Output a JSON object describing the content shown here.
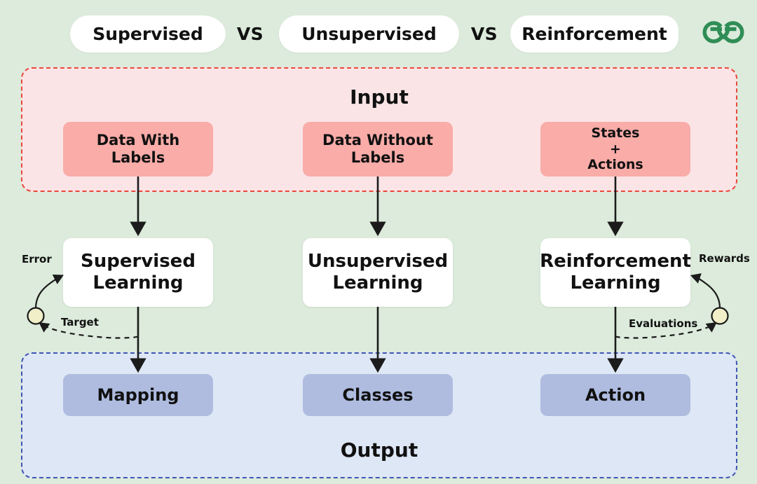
{
  "page": {
    "background_color": "#DCEBDB",
    "title_comparison": "Supervised VS Unsupervised VS Reinforcement"
  },
  "header": {
    "pills": [
      {
        "label": "Supervised"
      },
      {
        "label": "Unsupervised"
      },
      {
        "label": "Reinforcement"
      }
    ],
    "separators": [
      {
        "label": "VS"
      },
      {
        "label": "VS"
      }
    ],
    "logo": {
      "name": "geeksforgeeks-logo",
      "color": "#2F8D56"
    }
  },
  "input_panel": {
    "title": "Input",
    "background_color": "#FBE4E6",
    "border_color": "#E8483C",
    "box_color": "#F9ACA8",
    "boxes": [
      {
        "line1": "Data With",
        "line2": "Labels",
        "line3": ""
      },
      {
        "line1": "Data Without",
        "line2": "Labels",
        "line3": ""
      },
      {
        "line1": "States",
        "line2": "+",
        "line3": "Actions"
      }
    ]
  },
  "middle": {
    "box_color": "#FFFFFF",
    "boxes": [
      {
        "line1": "Supervised",
        "line2": "Learning"
      },
      {
        "line1": "Unsupervised",
        "line2": "Learning"
      },
      {
        "line1": "Reinforcement",
        "line2": "Learning"
      }
    ],
    "loops": {
      "left": {
        "feedback_label": "Error",
        "return_label": "Target",
        "node_color": "#F0EFC8"
      },
      "right": {
        "feedback_label": "Rewards",
        "return_label": "Evaluations",
        "node_color": "#F0EFC8"
      }
    }
  },
  "output_panel": {
    "title": "Output",
    "background_color": "#DEE7F5",
    "border_color": "#3F55B5",
    "box_color": "#AFBCE0",
    "boxes": [
      {
        "label": "Mapping"
      },
      {
        "label": "Classes"
      },
      {
        "label": "Action"
      }
    ]
  }
}
